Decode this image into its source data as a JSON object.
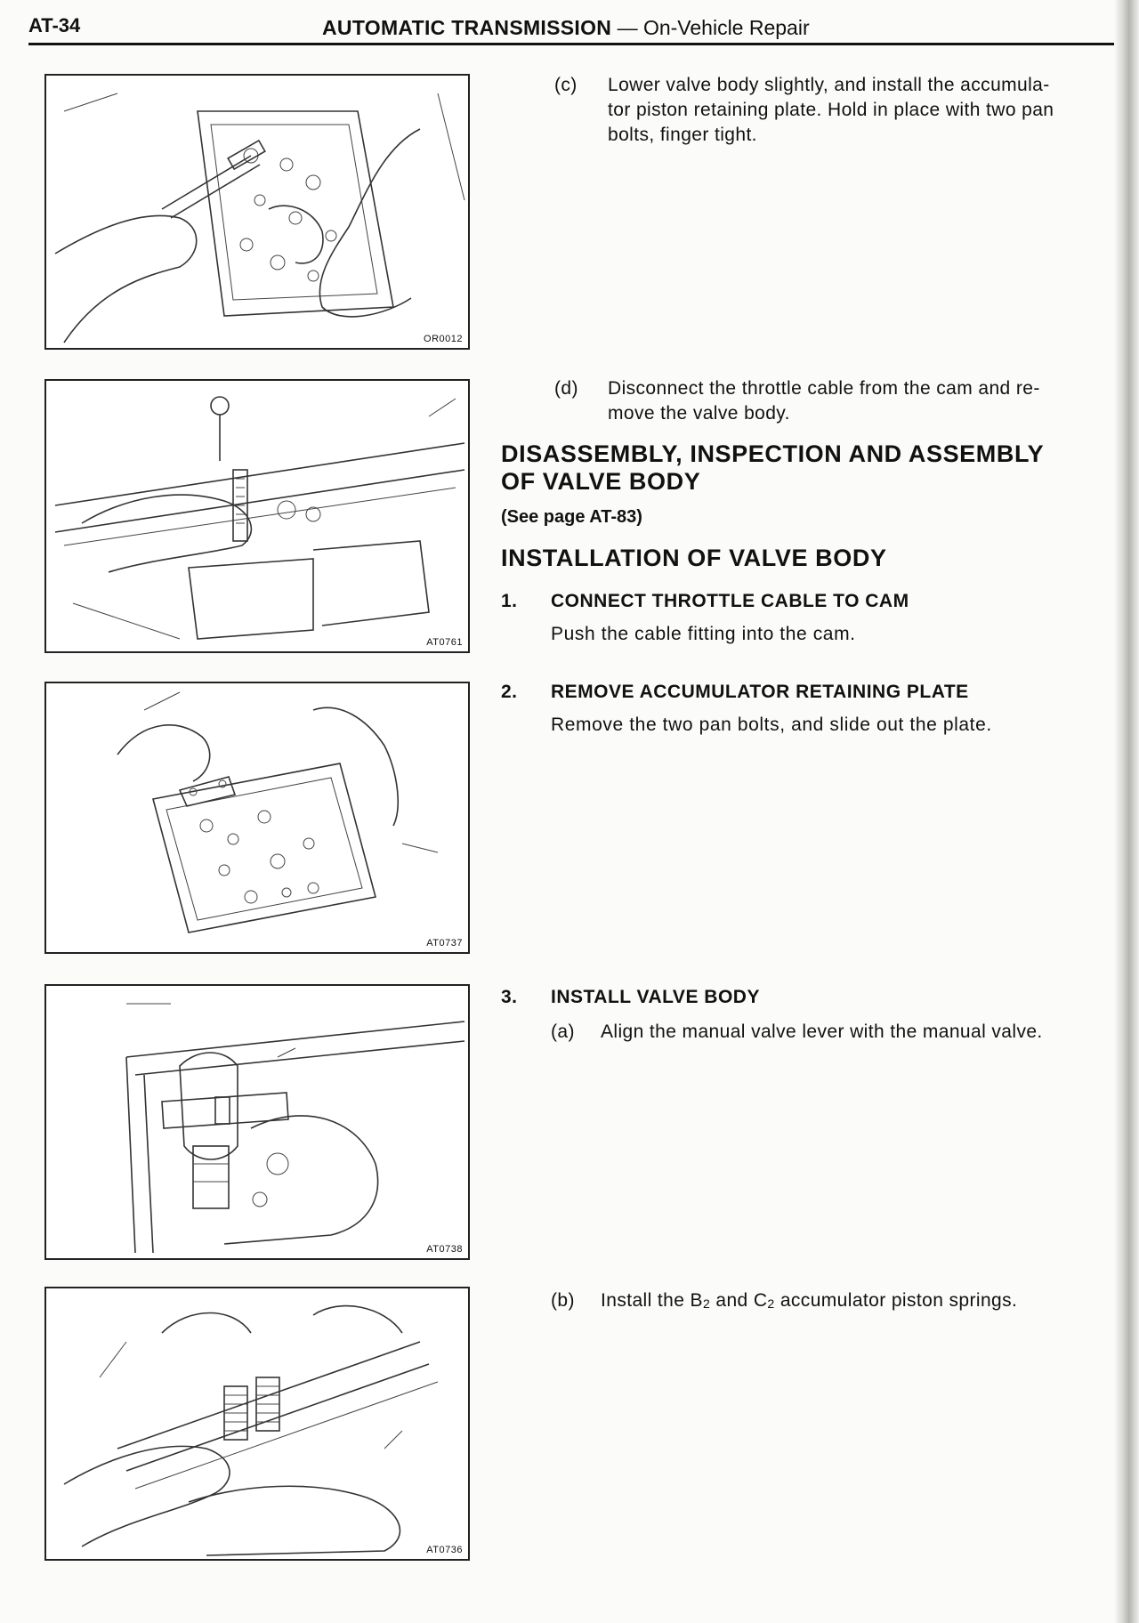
{
  "header": {
    "page_number": "AT-34",
    "section": "AUTOMATIC TRANSMISSION",
    "separator": "—",
    "subsection": "On-Vehicle Repair"
  },
  "figures": [
    {
      "code": "OR0012"
    },
    {
      "code": "AT0761"
    },
    {
      "code": "AT0737"
    },
    {
      "code": "AT0738"
    },
    {
      "code": "AT0736"
    }
  ],
  "content": {
    "step_c": {
      "label": "(c)",
      "lines": [
        "Lower valve body slightly, and install the accumula-",
        "tor piston retaining plate. Hold in place with two pan",
        "bolts, finger tight."
      ]
    },
    "step_d": {
      "label": "(d)",
      "lines": [
        "Disconnect the throttle cable from the cam and re-",
        "move the valve body."
      ]
    },
    "disassembly_heading": [
      "DISASSEMBLY, INSPECTION AND ASSEMBLY",
      "OF VALVE BODY"
    ],
    "see_page": "(See page AT-83)",
    "installation_heading": "INSTALLATION OF VALVE BODY",
    "steps": [
      {
        "number": "1.",
        "title": "CONNECT THROTTLE CABLE TO CAM",
        "body": "Push the cable fitting into the cam."
      },
      {
        "number": "2.",
        "title": "REMOVE ACCUMULATOR RETAINING PLATE",
        "body": "Remove the two pan bolts, and slide out the plate."
      },
      {
        "number": "3.",
        "title": "INSTALL VALVE BODY"
      }
    ],
    "step3_a": {
      "label": "(a)",
      "text": "Align the manual valve lever with the manual valve."
    },
    "step3_b": {
      "label": "(b)",
      "text_pre": "Install the B",
      "sub1": "2",
      "text_mid": " and C",
      "sub2": "2",
      "text_post": " accumulator piston springs."
    }
  }
}
